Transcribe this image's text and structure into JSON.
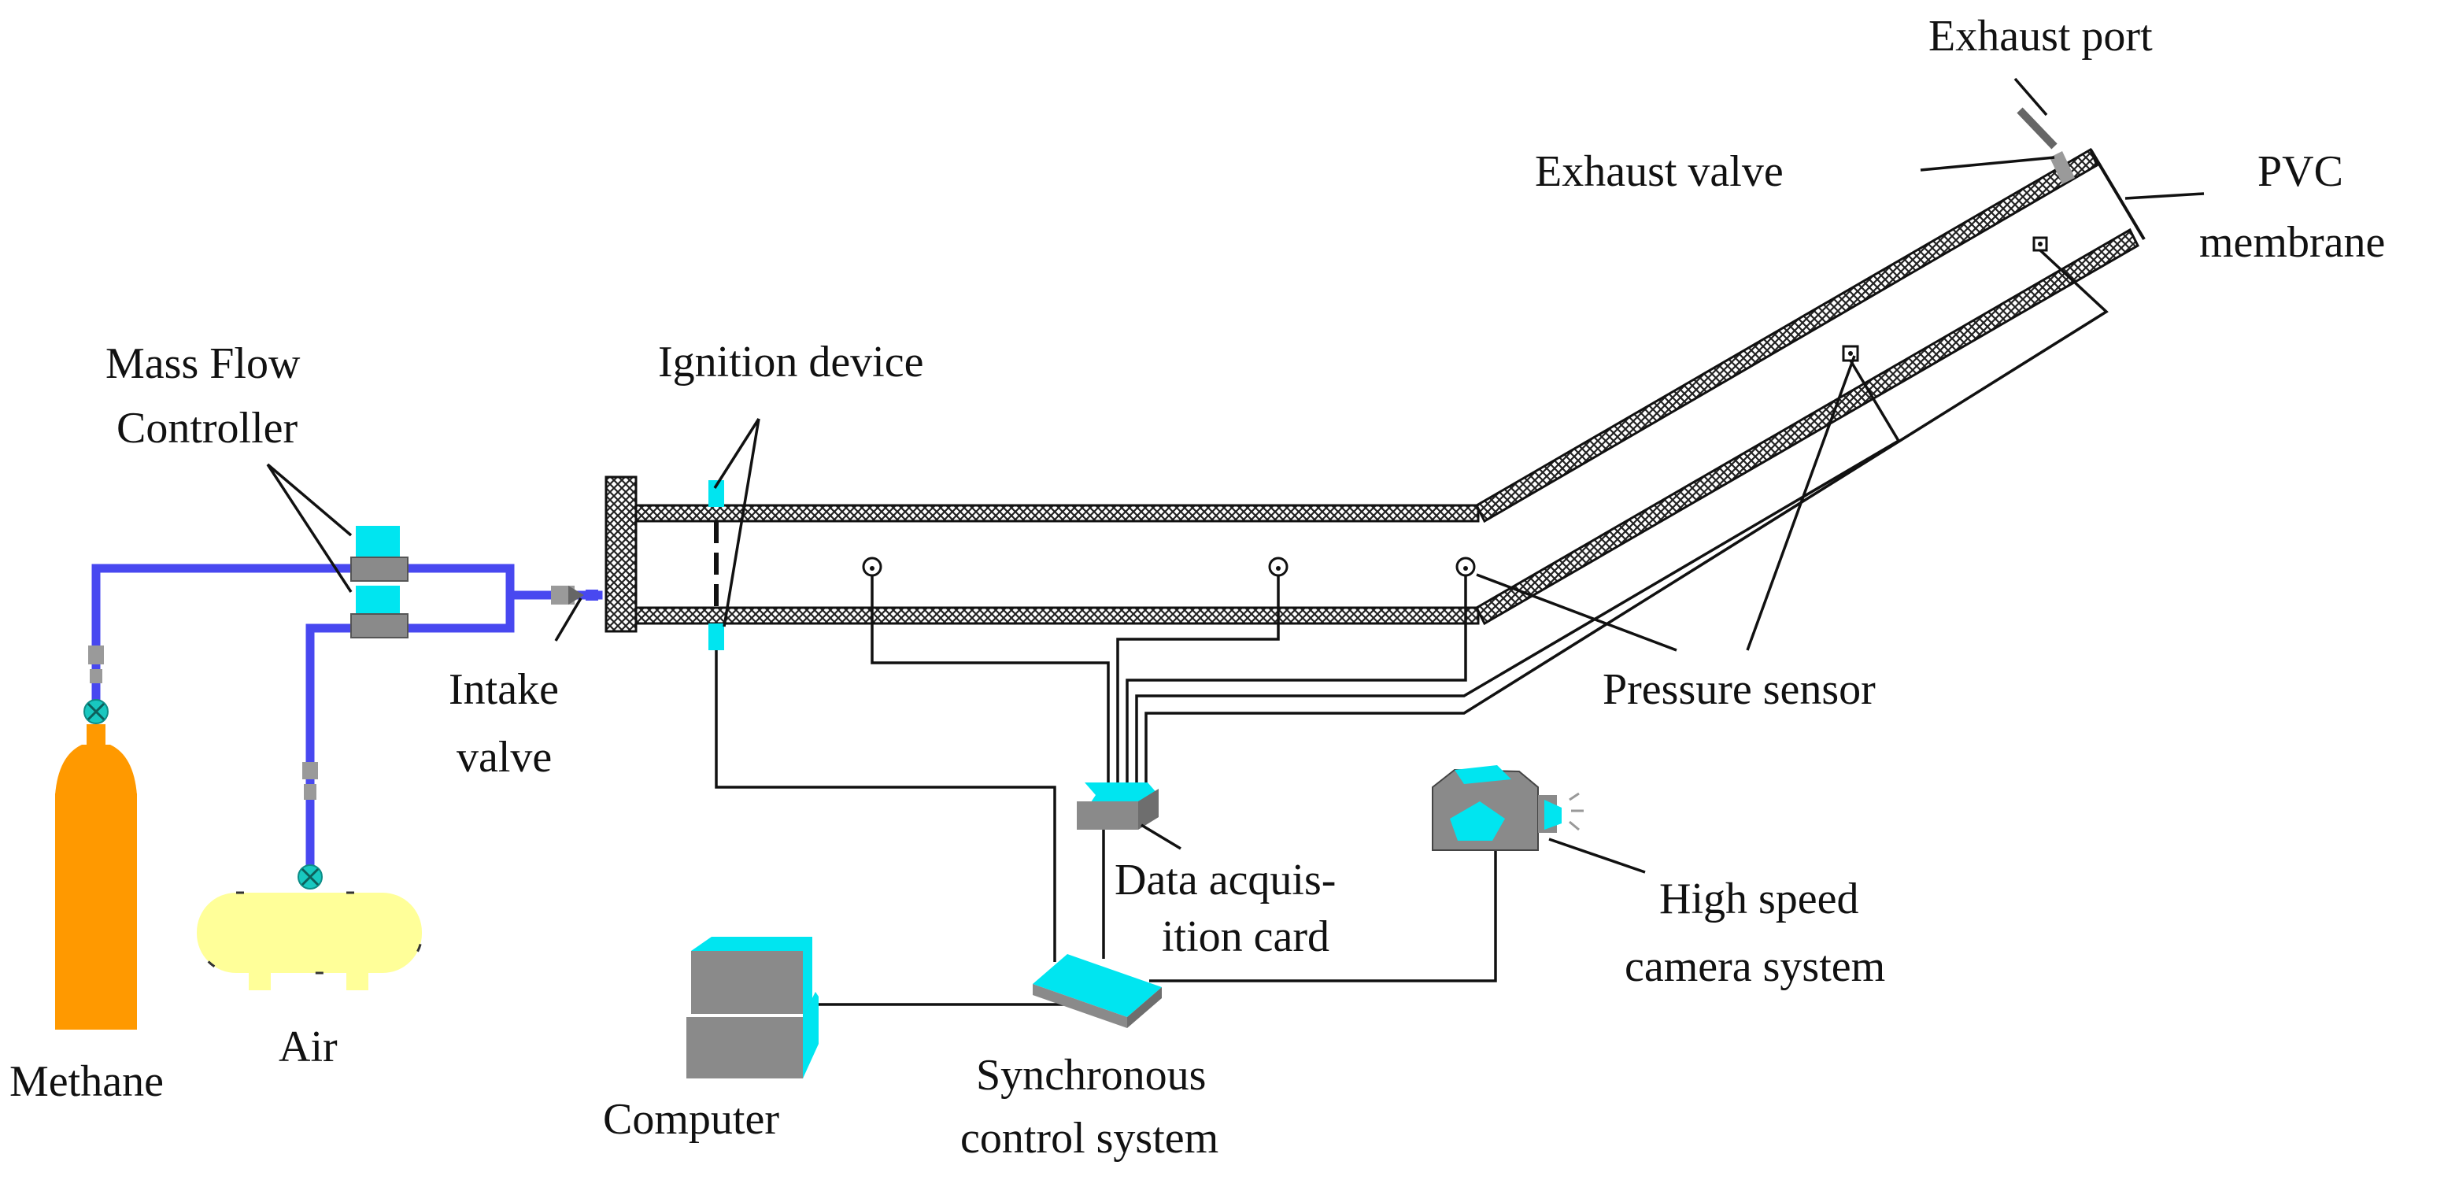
{
  "labels": {
    "exhaust_port": "Exhaust port",
    "exhaust_valve": "Exhaust valve",
    "pvc_line1": "PVC",
    "pvc_line2": "membrane",
    "mfc_line1": "Mass Flow",
    "mfc_line2": "Controller",
    "ignition_device": "Ignition device",
    "intake_line1": "Intake",
    "intake_line2": "valve",
    "pressure_sensor": "Pressure sensor",
    "daq_line1": "Data acquis-",
    "daq_line2": "ition card",
    "camera_line1": "High speed",
    "camera_line2": "camera system",
    "methane": "Methane",
    "air": "Air",
    "computer": "Computer",
    "sync_line1": "Synchronous",
    "sync_line2": "control system"
  },
  "colors": {
    "gas_line": "#4848f0",
    "device_accent": "#00e5f0",
    "device_body": "#8a8a8a",
    "methane_cylinder": "#ff9900",
    "air_tank": "#ffff99",
    "valve_gray": "#9a9a9a",
    "valve_teal": "#18c8c0"
  }
}
